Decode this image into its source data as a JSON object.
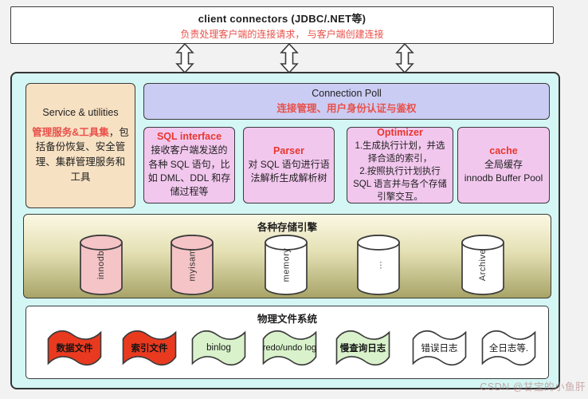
{
  "client_box": {
    "title": "client connectors (JDBC/.NET等)",
    "subtitle": "负责处理客户端的连接请求， 与客户端创建连接"
  },
  "main": {
    "service_box": {
      "title": "Service & utilities",
      "highlight": "管理服务&工具集",
      "body": "，包括备份恢复、安全管理、集群管理服务和工具"
    },
    "connection_box": {
      "title": "Connection Poll",
      "subtitle": "连接管理、用户身份认证与鉴权"
    },
    "components": [
      {
        "title": "SQL interface",
        "body": "接收客户端发送的各种 SQL 语句，比如 DML、DDL 和存储过程等"
      },
      {
        "title": "Parser",
        "body": "对 SQL 语句进行语法解析生成解析树"
      },
      {
        "title": "Optimizer",
        "body": "1.生成执行计划，并选择合适的索引，\n2.按照执行计划执行 SQL 语言并与各个存储引擎交互。"
      },
      {
        "title": "cache",
        "body": "全局缓存\ninnodb Buffer Pool"
      }
    ],
    "storage_box": {
      "title": "各种存储引擎",
      "engines": [
        {
          "label": "innodb",
          "color": "#f5c4c7"
        },
        {
          "label": "myisam",
          "color": "#f5c4c7"
        },
        {
          "label": "memory",
          "color": "#ffffff"
        },
        {
          "label": "...",
          "color": "#ffffff"
        },
        {
          "label": "Archive",
          "color": "#ffffff"
        }
      ]
    },
    "files_box": {
      "title": "物理文件系统",
      "files": [
        {
          "label": "数据文件",
          "color": "#e93a20"
        },
        {
          "label": "索引文件",
          "color": "#e93a20"
        },
        {
          "label": "binlog",
          "color": "#d9f2cb"
        },
        {
          "label": "redo/undo log",
          "color": "#d9f2cb"
        },
        {
          "label": "慢查询日志",
          "color": "#d9f2cb"
        },
        {
          "label": "错误日志",
          "color": "#ffffff"
        },
        {
          "label": "全日志等.",
          "color": "#ffffff"
        }
      ]
    }
  },
  "watermark": "CSDN @甘宝的小鱼肝",
  "colors": {
    "page_bg": "#f2f2f2",
    "server_bg": "#d4f6f4",
    "connection_bg": "#cbccf3",
    "panel_bg": "#f2c7ee",
    "service_bg": "#f7e1c3",
    "accent_red": "#e8362e",
    "flag_red": "#e93a20",
    "flag_green": "#d9f2cb",
    "storage_gradient_top": "#fbf8e4",
    "storage_gradient_bottom": "#a8a468"
  }
}
